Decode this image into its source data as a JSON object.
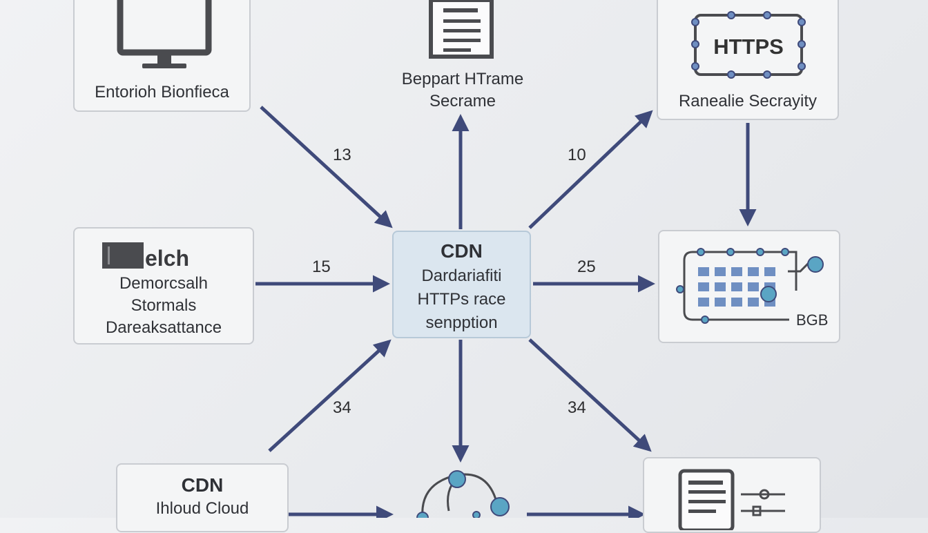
{
  "colors": {
    "arrow": "#3f4a7a",
    "node_border": "#c9ccd1",
    "center_fill": "#dbe6ef",
    "icon_gray": "#4a4b4f",
    "icon_blue": "#6f8fc2",
    "icon_teal": "#5aa5c4"
  },
  "nodes": {
    "monitor": {
      "label": "Entorioh Bionfieca",
      "icon": "monitor-icon"
    },
    "report": {
      "line1": "Beppart HTrame",
      "line2": "Secrame",
      "icon": "document-icon"
    },
    "https": {
      "badge": "HTTPS",
      "label": "Ranealie Secrayity",
      "icon": "https-chip-icon"
    },
    "left": {
      "heading": "elch",
      "line1": "Demorcsalh",
      "line2": "Stormals",
      "line3": "Dareaksattance",
      "icon": "storage-block-icon"
    },
    "center": {
      "title": "CDN",
      "line1": "Dardariafiti",
      "line2": "HTTPs race",
      "line3": "senpption"
    },
    "grid": {
      "label": "BGB",
      "icon": "server-grid-icon"
    },
    "cloud": {
      "title": "CDN",
      "line1": "Ihloud Cloud"
    },
    "network": {
      "icon": "network-nodes-icon"
    },
    "settings_doc": {
      "icon": "document-settings-icon"
    }
  },
  "edges": [
    {
      "from": "monitor",
      "to": "center",
      "label": "13"
    },
    {
      "from": "center",
      "to": "report",
      "label": ""
    },
    {
      "from": "center",
      "to": "https",
      "label": "10"
    },
    {
      "from": "https",
      "to": "grid",
      "label": ""
    },
    {
      "from": "left",
      "to": "center",
      "label": "15"
    },
    {
      "from": "center",
      "to": "grid",
      "label": "25"
    },
    {
      "from": "cloud",
      "to": "center",
      "label": "34"
    },
    {
      "from": "center",
      "to": "network",
      "label": ""
    },
    {
      "from": "center",
      "to": "settings_doc",
      "label": "34"
    },
    {
      "from": "cloud",
      "to": "network",
      "label": ""
    },
    {
      "from": "network",
      "to": "settings_doc",
      "label": ""
    }
  ]
}
